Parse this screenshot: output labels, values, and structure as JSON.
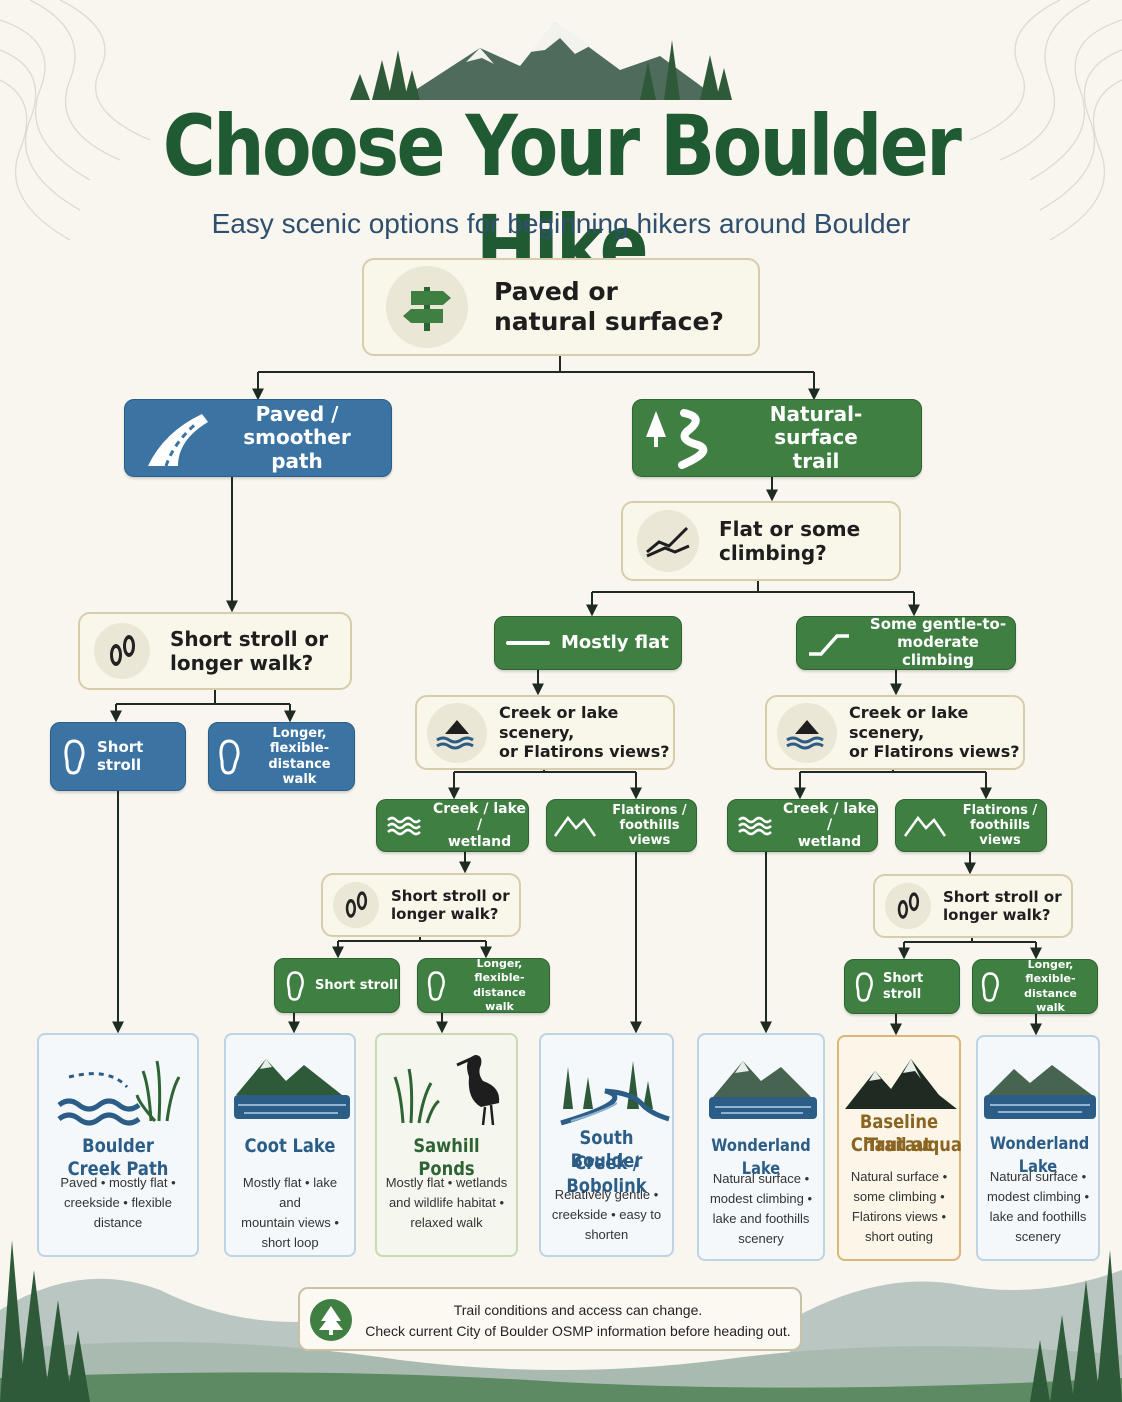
{
  "header": {
    "title": "Choose Your Boulder Hike",
    "subtitle": "Easy scenic options for beginning hikers around Boulder"
  },
  "root": {
    "question": [
      "Paved or",
      "natural surface?"
    ],
    "icon": "signpost-icon"
  },
  "paved_branch": {
    "label": [
      "Paved /",
      "smoother path"
    ],
    "icon": "road-icon",
    "question": [
      "Short stroll or",
      "longer walk?"
    ],
    "short": "Short stroll",
    "longer": [
      "Longer,",
      "flexible-distance",
      "walk"
    ]
  },
  "natural_branch": {
    "label": [
      "Natural-surface",
      "trail"
    ],
    "icon": "tree-trail-icon",
    "question": [
      "Flat or some",
      "climbing?"
    ],
    "flat": {
      "label": "Mostly flat",
      "question": [
        "Creek or lake scenery,",
        "or Flatirons views?"
      ],
      "creek": [
        "Creek / lake /",
        "wetland"
      ],
      "flatirons": [
        "Flatirons /",
        "foothills views"
      ],
      "length_question": [
        "Short stroll or",
        "longer walk?"
      ],
      "short": "Short stroll",
      "longer": [
        "Longer,",
        "flexible-distance",
        "walk"
      ]
    },
    "climb": {
      "label": [
        "Some gentle-to-",
        "moderate climbing"
      ],
      "question": [
        "Creek or lake scenery,",
        "or Flatirons views?"
      ],
      "creek": [
        "Creek / lake /",
        "wetland"
      ],
      "flatirons": [
        "Flatirons /",
        "foothills views"
      ],
      "length_question": [
        "Short stroll or",
        "longer walk?"
      ],
      "short": "Short stroll",
      "longer": [
        "Longer,",
        "flexible-distance",
        "walk"
      ]
    }
  },
  "destinations": [
    {
      "name": [
        "Boulder Creek Path"
      ],
      "desc": [
        "Paved •  mostly flat •",
        "creekside •  flexible distance"
      ]
    },
    {
      "name": [
        "Coot Lake"
      ],
      "desc": [
        "Mostly flat • lake and",
        "mountain views •",
        "short loop"
      ]
    },
    {
      "name": [
        "Sawhill Ponds"
      ],
      "desc": [
        "Mostly flat • wetlands",
        "and wildlife habitat •",
        "relaxed walk"
      ]
    },
    {
      "name": [
        "South Boulder",
        "Creek / Bobolink"
      ],
      "desc": [
        "Relatively gentle •",
        "creekside • easy to",
        "shorten"
      ]
    },
    {
      "name": [
        "Wonderland Lake"
      ],
      "desc": [
        "Natural surface •",
        "modest climbing •",
        "lake and foothills",
        "scenery"
      ]
    },
    {
      "name": [
        "Baseline Trail at",
        "Chautauqua"
      ],
      "desc": [
        "Natural surface •",
        "some climbing •",
        "Flatirons views •",
        "short outing"
      ]
    },
    {
      "name": [
        "Wonderland Lake"
      ],
      "desc": [
        "Natural surface •",
        "modest climbing •",
        "lake and foothills",
        "scenery"
      ]
    }
  ],
  "footer_note": [
    "Trail conditions and access can change.",
    "Check current City of Boulder OSMP information before heading out."
  ],
  "colors": {
    "forest_green": "#3f7f42",
    "trail_blue": "#3b73a3",
    "title_green": "#1f5a33",
    "gold": "#8a6420",
    "background": "#f8f6ee"
  }
}
